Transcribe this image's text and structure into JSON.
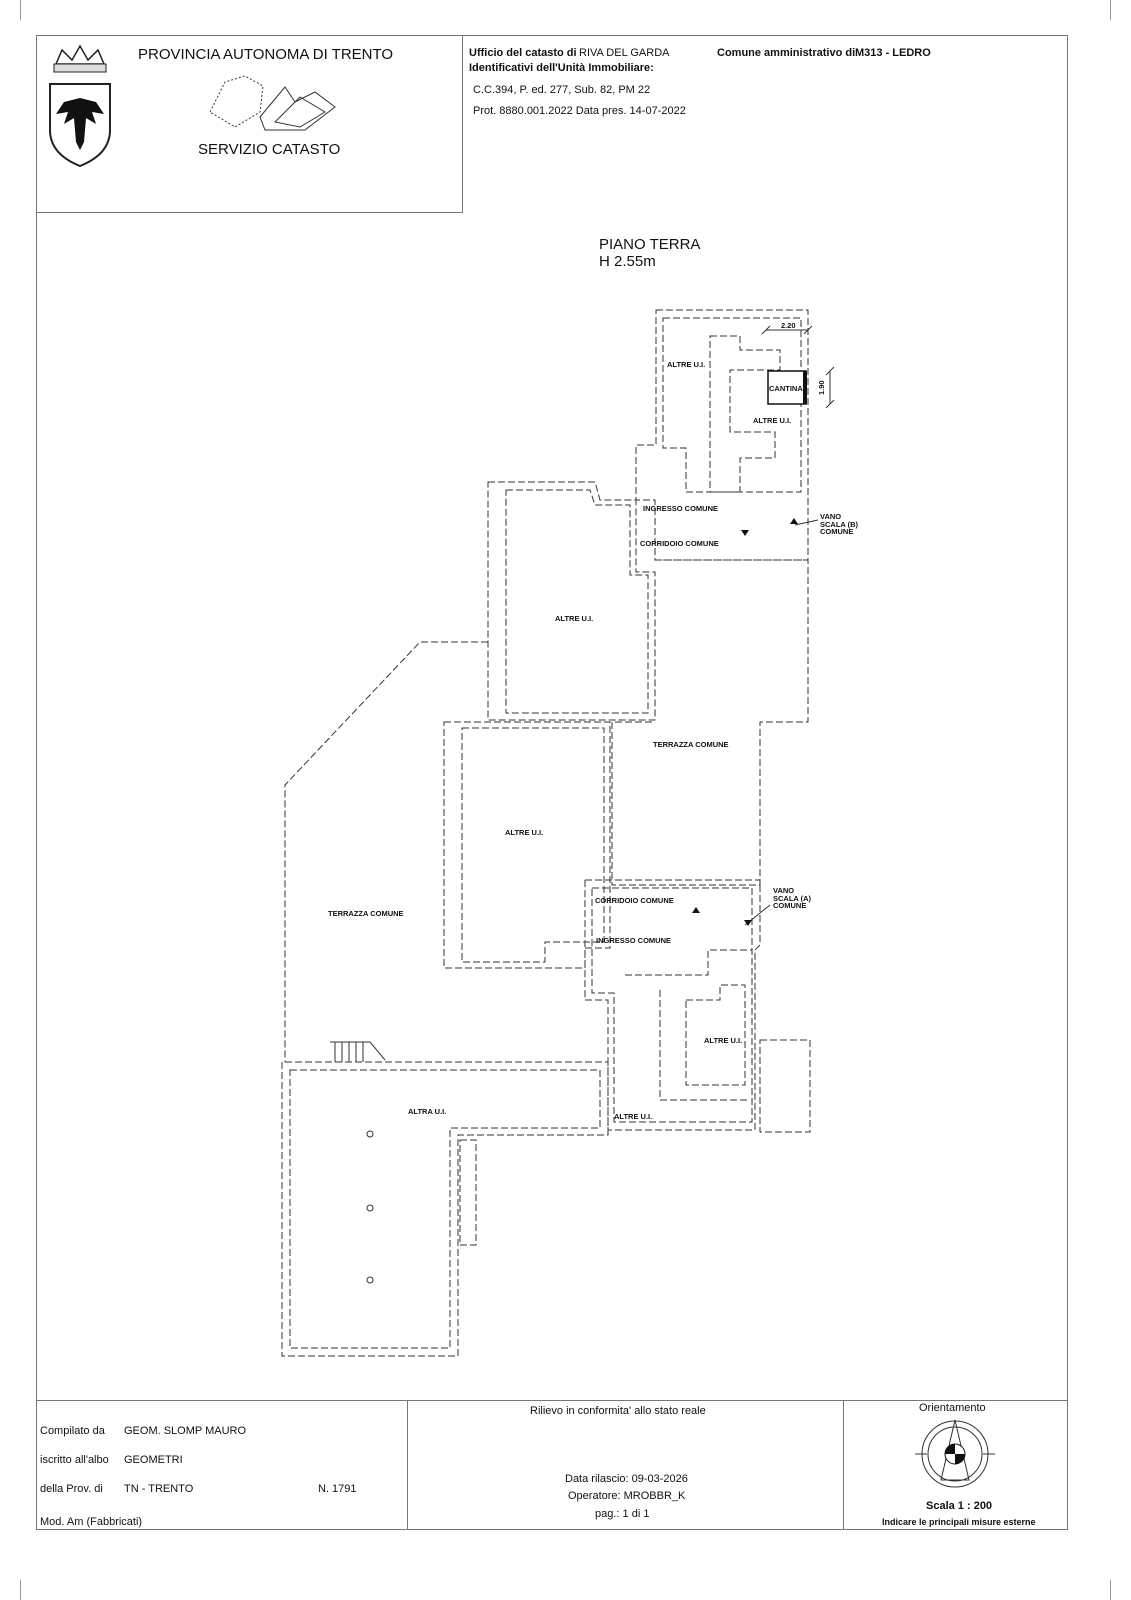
{
  "header": {
    "org": "PROVINCIA AUTONOMA DI TRENTO",
    "service": "SERVIZIO CATASTO",
    "office_label": "Ufficio del catasto di",
    "office_value": "RIVA DEL GARDA",
    "identifiers_label": "Identificativi dell'Unità Immobiliare:",
    "identifiers": "C.C.394,  P. ed. 277,  Sub. 82,  PM 22",
    "protocol": "Prot. 8880.001.2022 Data pres. 14-07-2022",
    "comune_label": "Comune amministrativo di",
    "comune_value": "M313 - LEDRO"
  },
  "plan": {
    "title": "PIANO TERRA",
    "height": "H 2.55m",
    "labels": {
      "altre_ui_top": "ALTRE U.I.",
      "cantina": "CANTINA",
      "altre_ui_top_inner": "ALTRE U.I.",
      "dim_width": "2.20",
      "dim_height": "1.90",
      "ingresso_b": "INGRESSO COMUNE",
      "corridoio_b": "CORRIDOIO COMUNE",
      "vano_b": [
        "VANO",
        "SCALA (B)",
        "COMUNE"
      ],
      "altre_ui_mid": "ALTRE U.I.",
      "terrazza_upper": "TERRAZZA COMUNE",
      "altre_ui_left": "ALTRE U.I.",
      "terrazza_left": "TERRAZZA COMUNE",
      "corridoio_a": "CORRIDOIO COMUNE",
      "ingresso_a": "INGRESSO COMUNE",
      "vano_a": [
        "VANO",
        "SCALA (A)",
        "COMUNE"
      ],
      "altre_ui_lower": "ALTRE U.I.",
      "altre_ui_lower2": "ALTRE U.I.",
      "altra_ui": "ALTRA U.I."
    }
  },
  "footer": {
    "compiled_label": "Compilato da",
    "compiled_value": "GEOM. SLOMP MAURO",
    "albo_label": "iscritto all'albo",
    "albo_value": "GEOMETRI",
    "prov_label": "della Prov. di",
    "prov_value": "TN - TRENTO",
    "number": "N.  1791",
    "model": "Mod. Am (Fabbricati)",
    "survey_note": "Rilievo in conformita' allo stato reale",
    "release_date": "Data rilascio: 09-03-2026",
    "operator": "Operatore: MROBBR_K",
    "page": "pag.:  1 di 1",
    "orientation_title": "Orientamento",
    "scale": "Scala  1 : 200",
    "scale_note": "Indicare le principali misure esterne"
  }
}
